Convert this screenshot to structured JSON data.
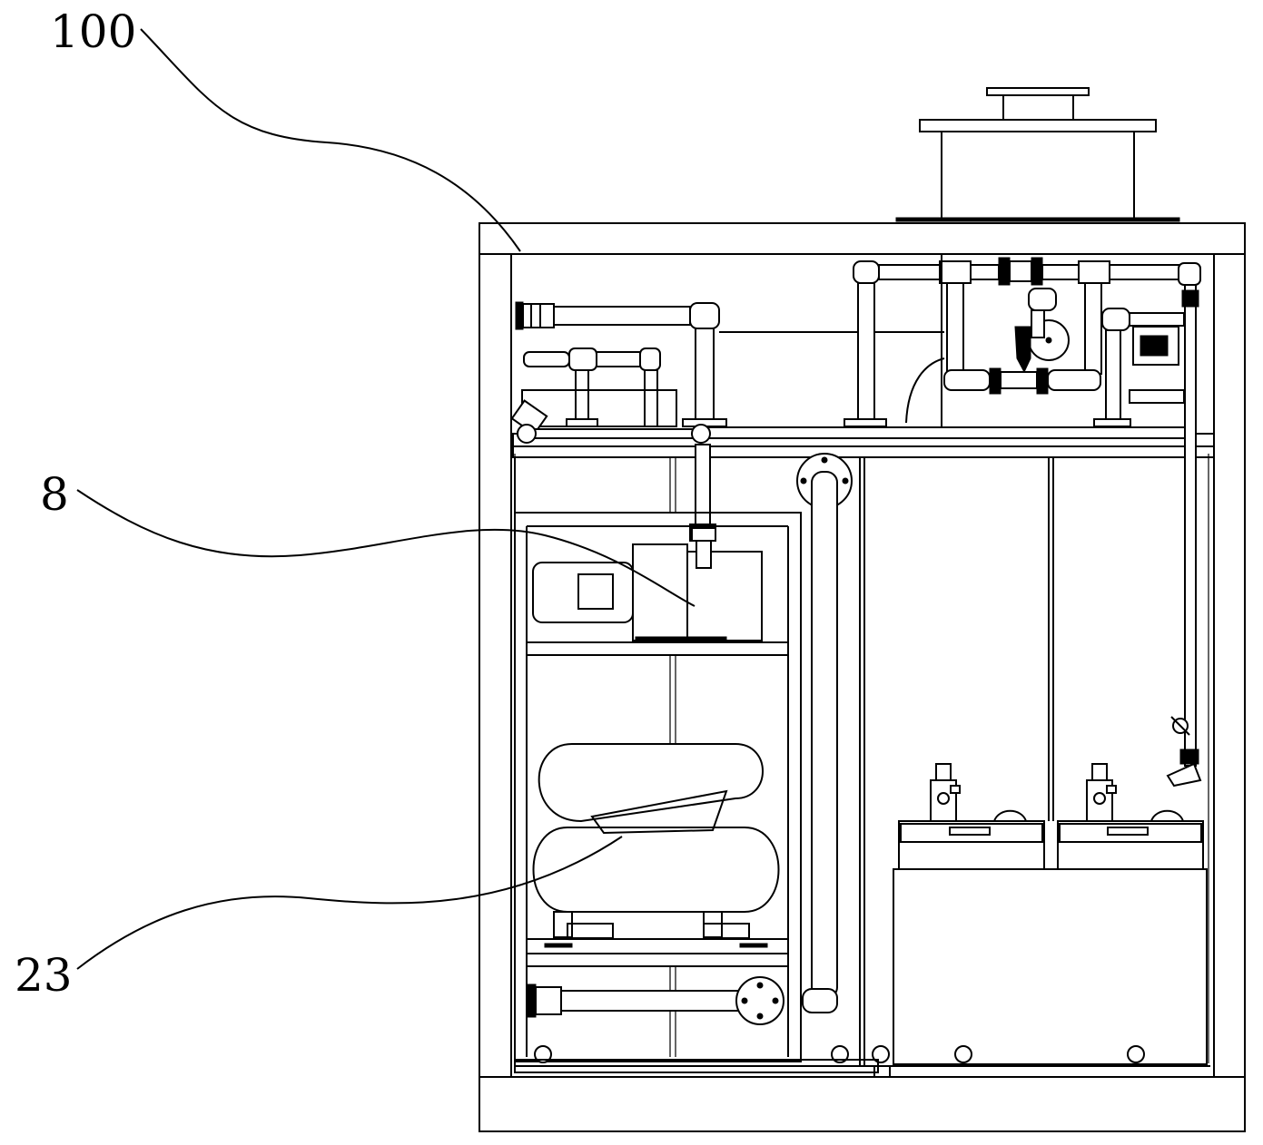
{
  "figure": {
    "callouts": [
      {
        "id": "callout-100",
        "label": "100"
      },
      {
        "id": "callout-8",
        "label": "8"
      },
      {
        "id": "callout-23",
        "label": "23"
      }
    ],
    "line_color": "#000000",
    "background": "#ffffff"
  }
}
